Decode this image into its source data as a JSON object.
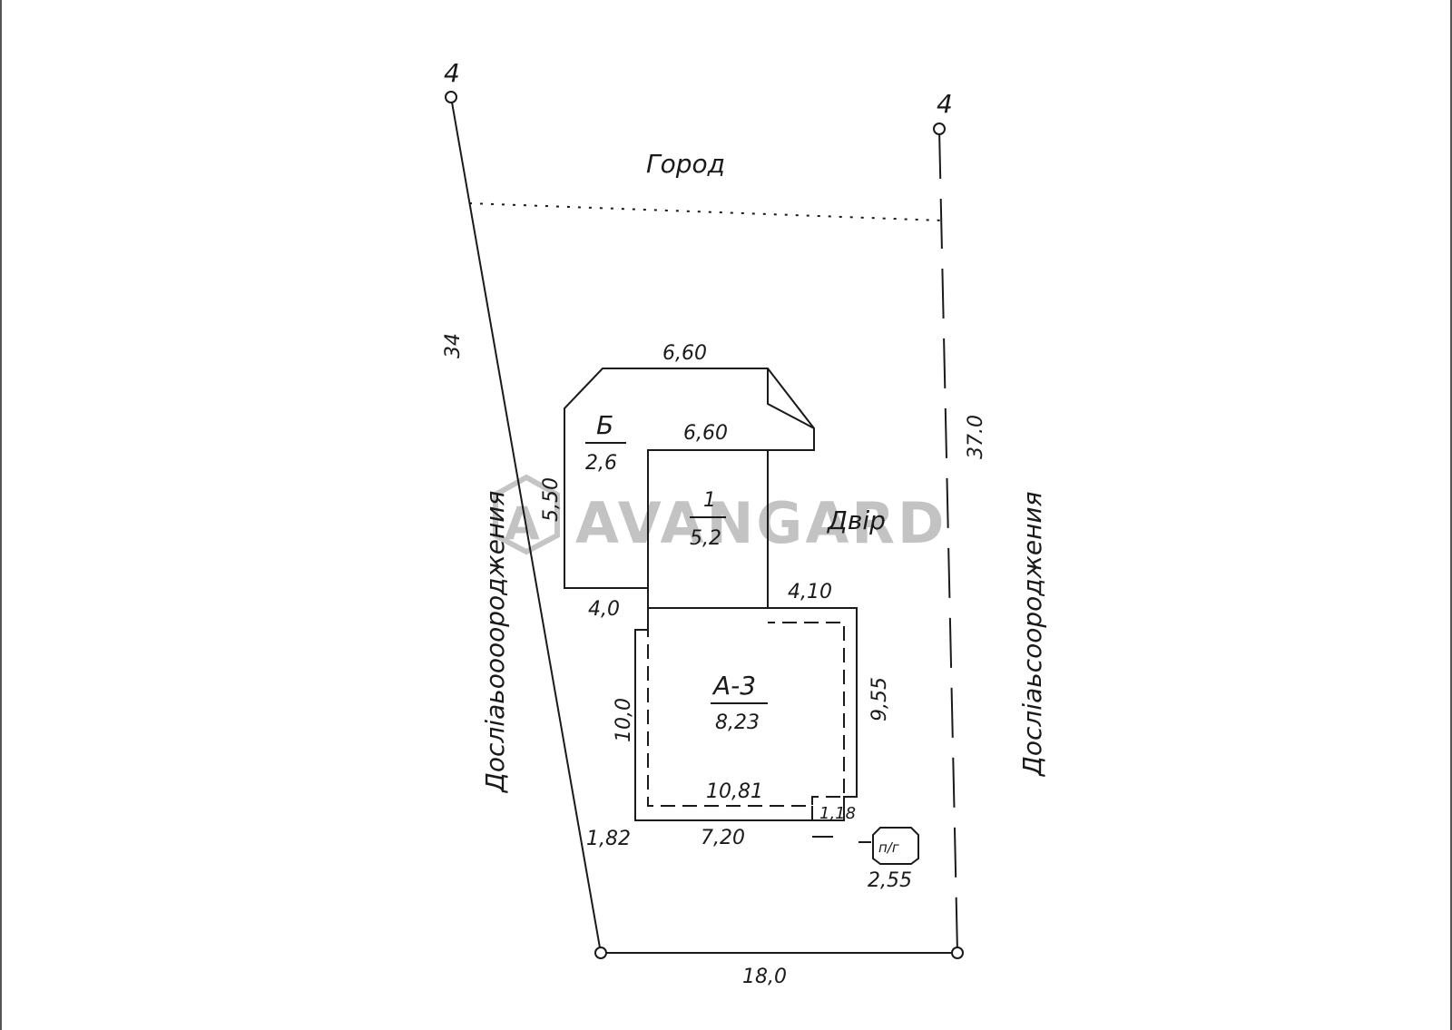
{
  "brand": {
    "watermark": "AVANGARD",
    "logo_letter": "A"
  },
  "areas": {
    "garden": "Город",
    "yard": "Двір"
  },
  "fences": {
    "left": "Досліаьоооороджения",
    "right": "Досліаьсоороджения"
  },
  "corners": {
    "top_left": "4",
    "top_right": "4"
  },
  "buildings": {
    "b": {
      "name": "Б",
      "height": "2,6"
    },
    "one": {
      "name": "1",
      "height": "5,2"
    },
    "a3": {
      "name": "А-3",
      "height": "8,23"
    },
    "pit": {
      "name": "п/г"
    }
  },
  "dimensions": {
    "left_side": "34",
    "right_side": "37.0",
    "bottom_side": "18,0",
    "b_top": "6,60",
    "one_top": "6,60",
    "b_height": "5,50",
    "b_bottom": "4,0",
    "step": "4,10",
    "a_left": "10,0",
    "a_right": "9,55",
    "a_inner": "10,81",
    "a_bottom": "7,20",
    "left_gap": "1,82",
    "small": "1,18",
    "pit_dist": "2,55"
  }
}
